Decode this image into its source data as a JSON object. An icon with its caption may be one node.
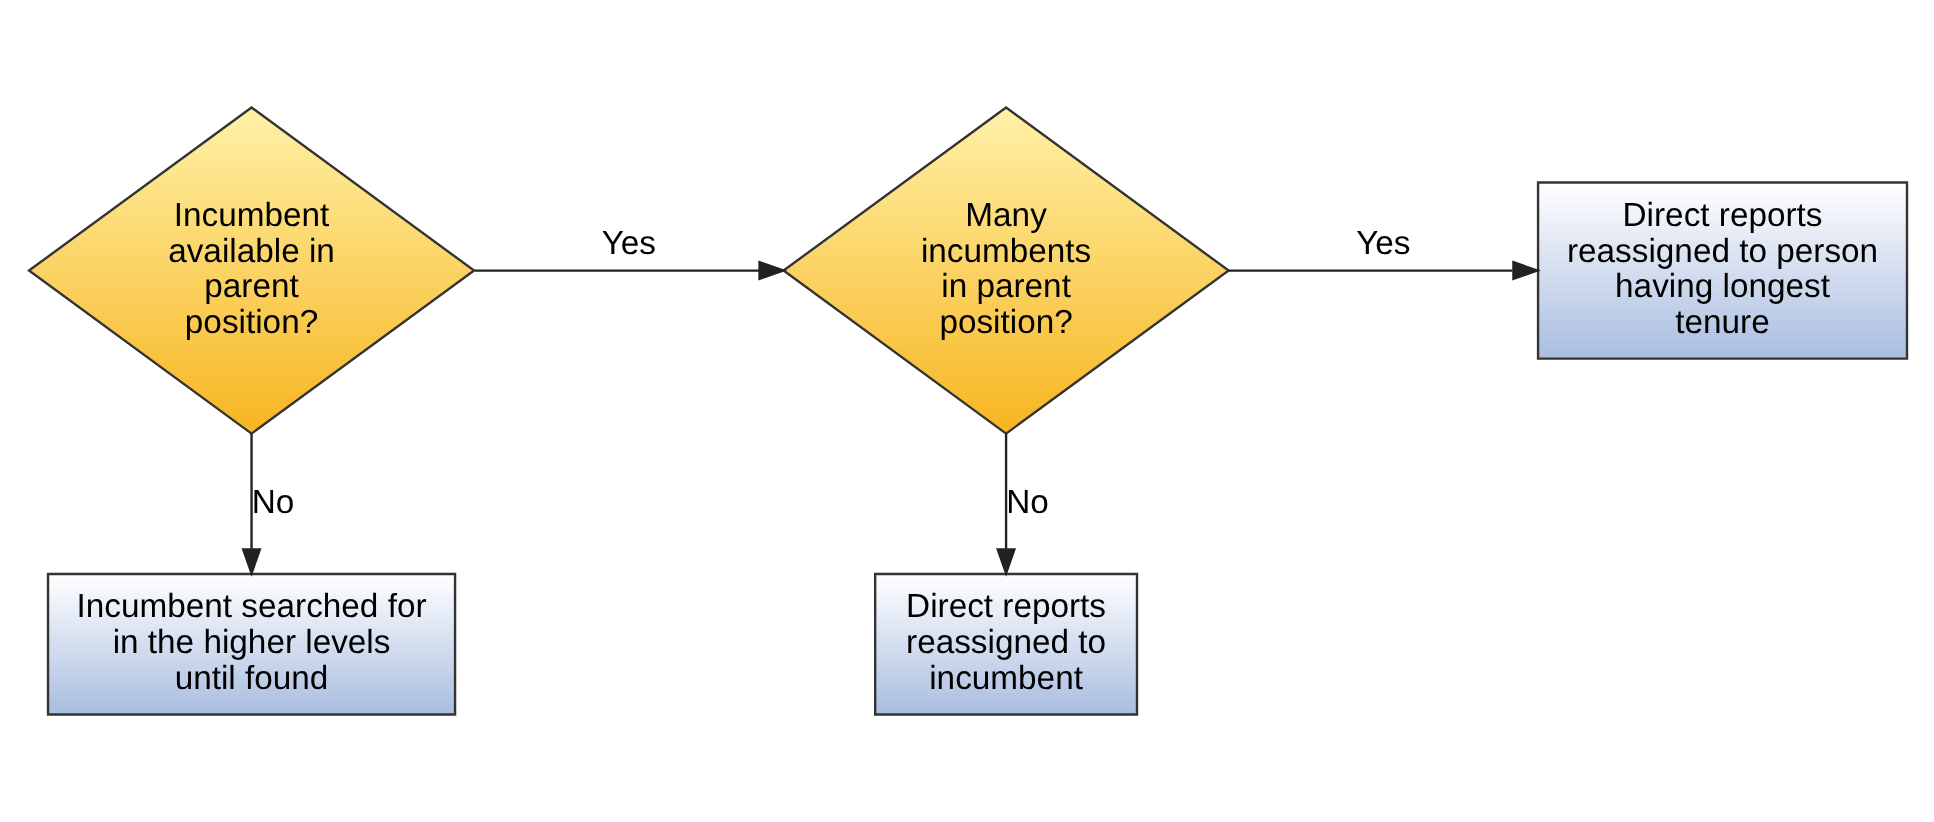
{
  "diagram": {
    "nodes": [
      {
        "text": [
          "Incumbent available in parent position?"
        ]
      },
      {
        "text": [
          "Many incumbents in parent position?"
        ]
      },
      {
        "text": [
          "Direct reports reassigned to person having longest tenure"
        ]
      },
      {
        "text": [
          "Incumbent searched for in the higher levels until found"
        ]
      },
      {
        "text": [
          "Direct reports reassigned to incumbent"
        ]
      }
    ],
    "edges": [
      {
        "from": 0,
        "to": 1,
        "arrow": "to",
        "label": "Yes"
      },
      {
        "from": 1,
        "to": 2,
        "arrow": "to",
        "label": "Yes"
      },
      {
        "from": 0,
        "to": 3,
        "arrow": "to",
        "label": "No"
      },
      {
        "from": 1,
        "to": 4,
        "arrow": "to",
        "label": "No"
      }
    ]
  }
}
